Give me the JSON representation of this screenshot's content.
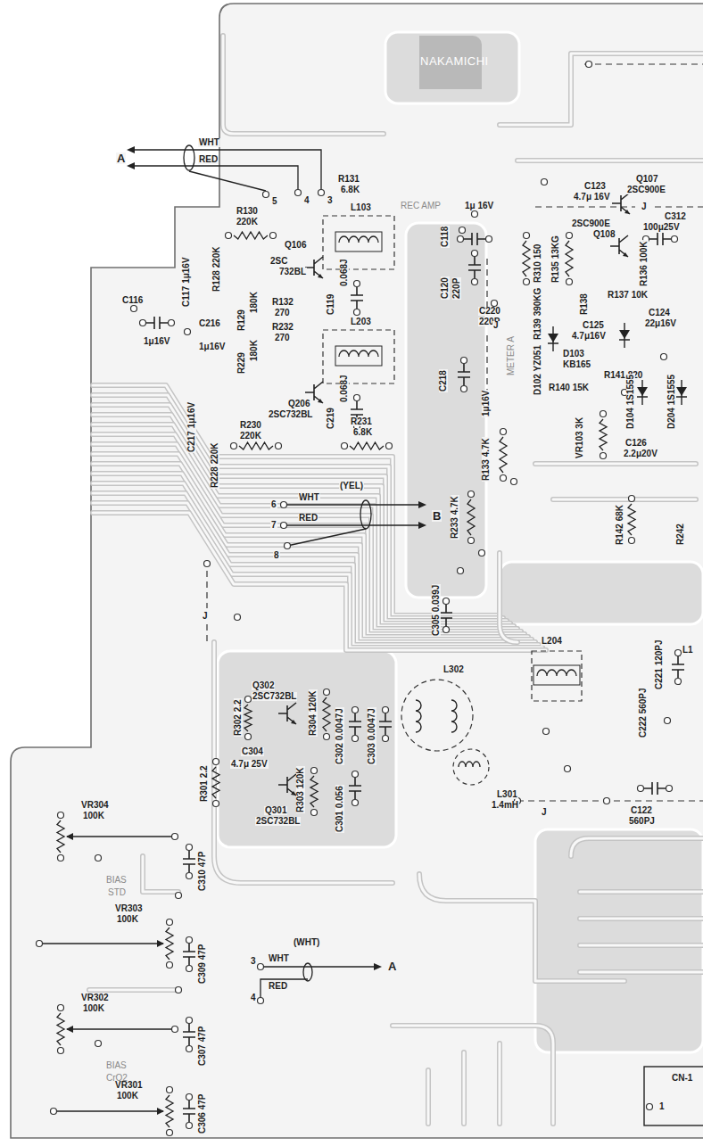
{
  "diagram": {
    "labels": [
      "NAKAMICHI",
      "WHT",
      "A",
      "RED",
      "5",
      "4",
      "3",
      "R131",
      "6.8K",
      "REC AMP",
      "R130",
      "220K",
      "C117 1μ16V",
      "R128 220K",
      "Q106",
      "2SC",
      "732BL",
      "R129",
      "180K",
      "R132",
      "270",
      "L103",
      "C119",
      "0.068J",
      "C118",
      "C120",
      "220P",
      "1μ 16V",
      "C116",
      "1μ16V",
      "C216",
      "1μ16V",
      "R229",
      "180K",
      "R232",
      "270",
      "L203",
      "C219",
      "0.068J",
      "C220",
      "220P",
      "C218",
      "1μ16V",
      "Q206",
      "2SC732BL",
      "C217 1μ16V",
      "R228 220K",
      "R230",
      "220K",
      "R231",
      "6.8K",
      "6",
      "WHT",
      "(YEL)",
      "7",
      "RED",
      "B",
      "8",
      "R233 4.7K",
      "R133 4.7K",
      "J",
      "J",
      "J",
      "J",
      "R310 150",
      "R135 13KG",
      "C123",
      "4.7μ 16V",
      "Q107",
      "2SC900E",
      "2SC900E",
      "Q108",
      "C312",
      "100μ25V",
      "R136 100K",
      "R139 390KG",
      "R138",
      "R137 10K",
      "C125",
      "4.7μ16V",
      "C124",
      "22μ16V",
      "D102 YZ051",
      "D103",
      "KB165",
      "R140 15K",
      "R141 820",
      "D104 1S1555",
      "D204 1S1555",
      "VR103 3K",
      "C126",
      "2.2μ20V",
      "R142 68K",
      "R242",
      "METER A",
      "C305 0.039J",
      "L204",
      "C221 120PJ",
      "C222 560PJ",
      "C122",
      "560PJ",
      "L1",
      "Q302",
      "2SC732BL",
      "R302 2.2",
      "R304 120K",
      "C302 0.0047J",
      "C303 0.0047J",
      "C304",
      "4.7μ 25V",
      "R301 2.2",
      "R303 120K",
      "C301 0.056",
      "Q301",
      "2SC732BL",
      "L302",
      "VR304",
      "100K",
      "C310 47P",
      "BIAS",
      "STD",
      "L301",
      "1.4mH",
      "VR303",
      "100K",
      "C309 47P",
      "3",
      "WHT",
      "(WHT)",
      "A",
      "RED",
      "4",
      "VR302",
      "100K",
      "C307 47P",
      "BIAS",
      "CrO2",
      "VR301",
      "100K",
      "C306 47P",
      "CN-1",
      "1"
    ]
  }
}
